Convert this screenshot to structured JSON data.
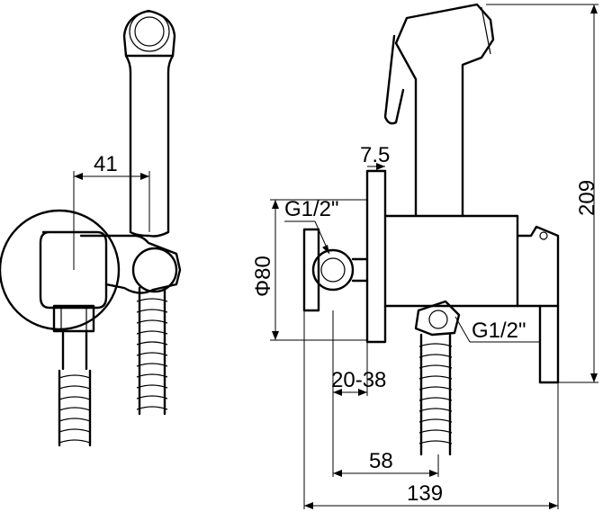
{
  "dimensions": {
    "d41": "41",
    "d7_5": "7.5",
    "g12_top": "G1/2\"",
    "phi80": "Φ80",
    "d209": "209",
    "g12_right": "G1/2\"",
    "d20_38": "20-38",
    "d58": "58",
    "d139": "139"
  }
}
